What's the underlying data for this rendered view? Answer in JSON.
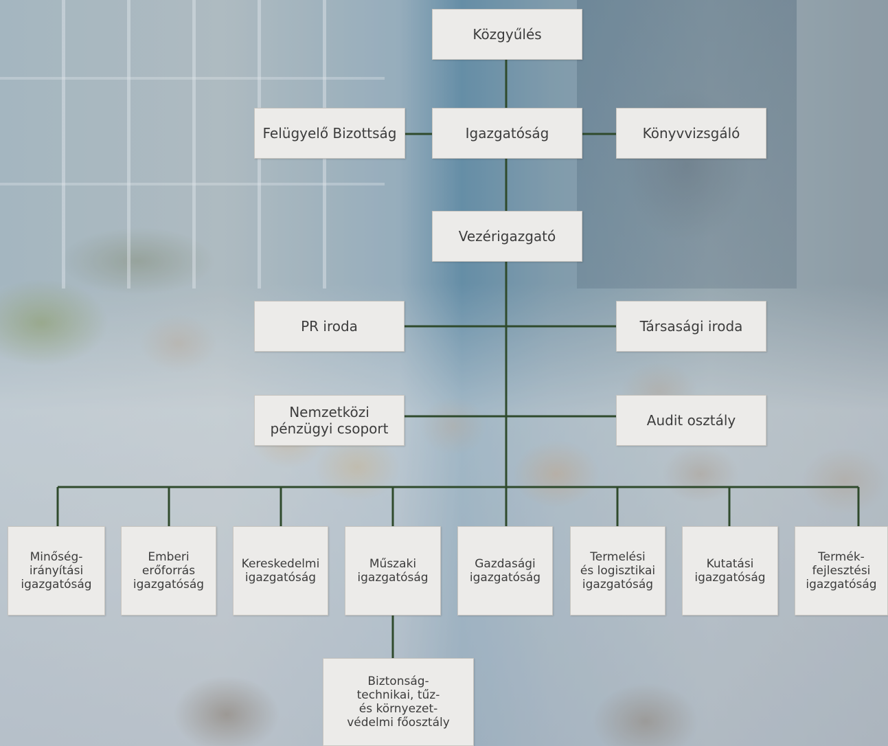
{
  "top": {
    "kozgyules": "Közgyűlés",
    "igazgatosag": "Igazgatóság",
    "felugyelo": "Felügyelő Bizottság",
    "konyvvizsgalo": "Könyvvizsgáló",
    "vezerigazgato": "Vezérigazgató"
  },
  "staff": {
    "pr": "PR iroda",
    "tarsasagi": "Társasági iroda",
    "nemzetkozi": "Nemzetközi\npénzügyi csoport",
    "audit": "Audit osztály"
  },
  "directorates": [
    "Minőség-\nirányítási\nigazgatóság",
    "Emberi\nerőforrás\nigazgatóság",
    "Kereskedelmi\nigazgatóság",
    "Műszaki\nigazgatóság",
    "Gazdasági\nigazgatóság",
    "Termelési\nés logisztikai\nigazgatóság",
    "Kutatási\nigazgatóság",
    "Termék-\nfejlesztési\nigazgatóság"
  ],
  "sub": {
    "biztonsag": "Biztonság-\ntechnikai, tűz-\nés környezet-\nvédelmi főosztály"
  },
  "colors": {
    "line": "#2f4a2c",
    "box": "#ecebe9",
    "text": "#3c3c3c"
  }
}
